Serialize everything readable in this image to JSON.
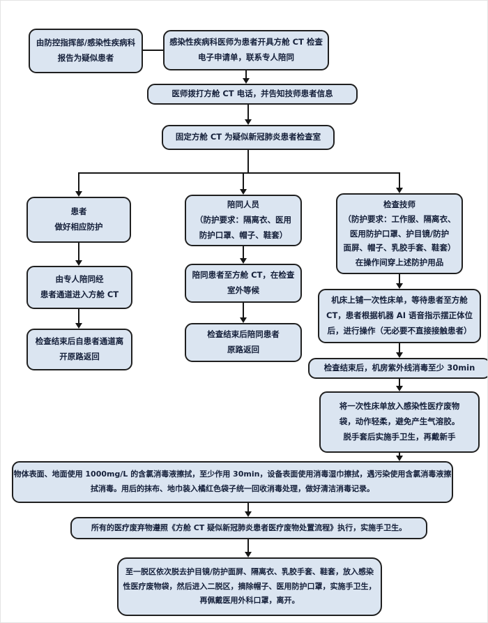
{
  "diagram": {
    "description_colors": {
      "box_fill": "#dbe5f1",
      "box_border": "#1f1f1f",
      "arrow": "#161616",
      "text": "#15203a",
      "background": "#ffffff"
    }
  },
  "nodes": {
    "report": {
      "lines": [
        "由防控指挥部/感染性疾病科",
        "报告为疑似患者"
      ]
    },
    "order": {
      "lines": [
        "感染性疾病科医师为患者开具方舱 CT 检查",
        "电子申请单，联系专人陪同"
      ]
    },
    "call": {
      "lines": [
        "医师拨打方舱 CT 电话，并告知技师患者信息"
      ]
    },
    "fix_room": {
      "lines": [
        "固定方舱 CT 为疑似新冠肺炎患者检查室"
      ]
    },
    "patient_prep": {
      "lines": [
        "患者",
        "做好相应防护"
      ]
    },
    "escort_prep": {
      "lines": [
        "陪同人员",
        "（防护要求：隔离衣、医用",
        "防护口罩、帽子、鞋套）"
      ]
    },
    "tech_prep": {
      "lines": [
        "检查技师",
        "（防护要求：工作服、隔离衣、",
        "医用防护口罩、护目镜/防护",
        "面屏、帽子、乳胶手套、鞋套）",
        "在操作间穿上述防护用品"
      ]
    },
    "patient_enter": {
      "lines": [
        "由专人陪同经",
        "患者通道进入方舱 CT"
      ]
    },
    "escort_wait": {
      "lines": [
        "陪同患者至方舱 CT，在检查",
        "室外等候"
      ]
    },
    "tech_operate": {
      "lines": [
        "机床上铺一次性床单，等待患者至方舱",
        "CT，患者根据机器 AI 语音指示摆正体位",
        "后，进行操作（无必要不直接接触患者）"
      ]
    },
    "patient_leave": {
      "lines": [
        "检查结束后自患者通道离",
        "开原路返回"
      ]
    },
    "escort_return": {
      "lines": [
        "检查结束后陪同患者",
        "原路返回"
      ]
    },
    "uv_disinfect": {
      "lines": [
        "检查结束后，机房紫外线消毒至少 30min"
      ]
    },
    "sheet_dispose": {
      "lines": [
        "将一次性床单放入感染性医疗废物",
        "袋，动作轻柔，避免产生气溶胶。",
        "脱手套后实施手卫生，再戴新手"
      ]
    },
    "surface_disinfect": {
      "lines": [
        "物体表面、地面使用 1000mg/L 的含氯消毒液擦拭，至少作用 30min，设备表面使用消毒湿巾擦拭，遇污染使用含氯消毒液擦",
        "拭消毒。用后的抹布、地巾装入橘红色袋子统一回收消毒处理，做好清洁消毒记录。"
      ]
    },
    "medical_waste": {
      "lines": [
        "所有的医疗废弃物遵照《方舱 CT 疑似新冠肺炎患者医疗废物处置流程》执行，实施手卫生。"
      ]
    },
    "doffing": {
      "lines": [
        "至一脱区依次脱去护目镜/防护面屏、隔离衣、乳胶手套、鞋套，放入感染",
        "性医疗废物袋，然后进入二脱区，摘除帽子、医用防护口罩，实施手卫生，",
        "再佩戴医用外科口罩，离开。"
      ]
    }
  }
}
